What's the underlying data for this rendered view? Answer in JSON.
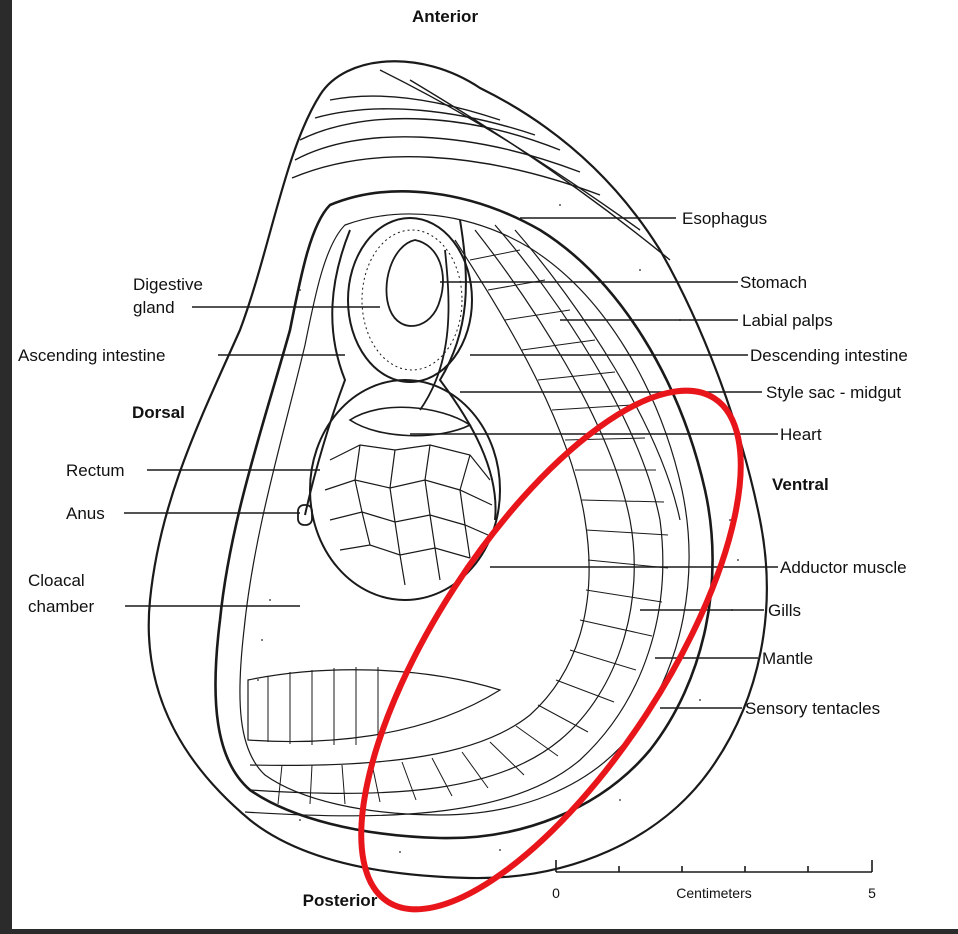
{
  "orientation": {
    "anterior": "Anterior",
    "posterior": "Posterior",
    "dorsal": "Dorsal",
    "ventral": "Ventral"
  },
  "labels_left": {
    "digestive_gland_line1": "Digestive",
    "digestive_gland_line2": "gland",
    "ascending_intestine": "Ascending intestine",
    "rectum": "Rectum",
    "anus": "Anus",
    "cloacal_chamber_line1": "Cloacal",
    "cloacal_chamber_line2": "chamber"
  },
  "labels_right": {
    "esophagus": "Esophagus",
    "stomach": "Stomach",
    "labial_palps": "Labial palps",
    "descending_intestine": "Descending intestine",
    "style_sac": "Style sac - midgut",
    "heart": "Heart",
    "adductor_muscle": "Adductor muscle",
    "gills": "Gills",
    "mantle": "Mantle",
    "sensory_tentacles": "Sensory tentacles"
  },
  "scale_bar": {
    "start": "0",
    "unit": "Centimeters",
    "end": "5"
  },
  "colors": {
    "highlight": "#e8151b",
    "ink": "#1a1a1a",
    "paper": "#ffffff",
    "frame": "#2b2b2b"
  }
}
